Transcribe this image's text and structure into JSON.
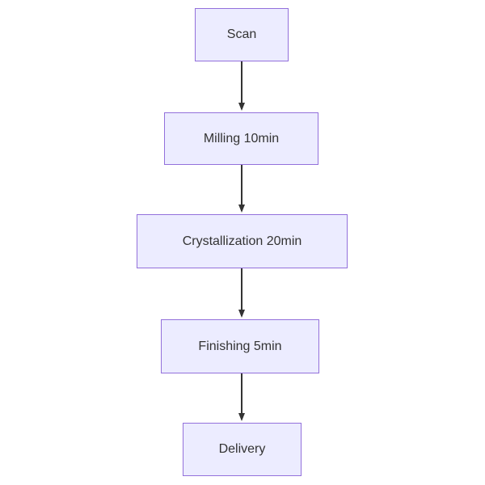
{
  "diagram": {
    "type": "flowchart",
    "direction": "top-down",
    "nodes": [
      {
        "id": "scan",
        "label": "Scan"
      },
      {
        "id": "milling",
        "label": "Milling 10min"
      },
      {
        "id": "crystallization",
        "label": "Crystallization 20min"
      },
      {
        "id": "finishing",
        "label": "Finishing 5min"
      },
      {
        "id": "delivery",
        "label": "Delivery"
      }
    ],
    "edges": [
      {
        "from": "scan",
        "to": "milling"
      },
      {
        "from": "milling",
        "to": "crystallization"
      },
      {
        "from": "crystallization",
        "to": "finishing"
      },
      {
        "from": "finishing",
        "to": "delivery"
      }
    ],
    "colors": {
      "node_fill": "#ECECFF",
      "node_border": "#9370DB",
      "node_text": "#333333",
      "arrow": "#333333",
      "background": "#ffffff"
    }
  }
}
